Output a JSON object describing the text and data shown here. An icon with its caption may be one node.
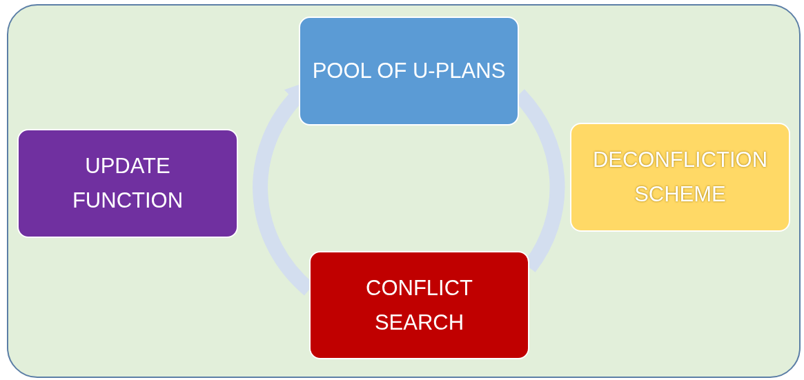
{
  "diagram": {
    "nodes": [
      {
        "text": [],
        "shape": "box"
      },
      {
        "text": [
          "POOL OF U-PLANS"
        ],
        "in": 0
      },
      {
        "text": [
          "UPDATE FUNCTION"
        ],
        "in": 0
      },
      {
        "text": [
          "DECONFLICTION SCHEME"
        ],
        "in": 0
      },
      {
        "text": [
          "CONFLICT SEARCH"
        ],
        "in": 0
      }
    ],
    "edges": [
      {
        "from": 4,
        "to": 1,
        "arrow": "to"
      },
      {
        "from": 1,
        "to": 4,
        "arrow": "none"
      }
    ]
  }
}
